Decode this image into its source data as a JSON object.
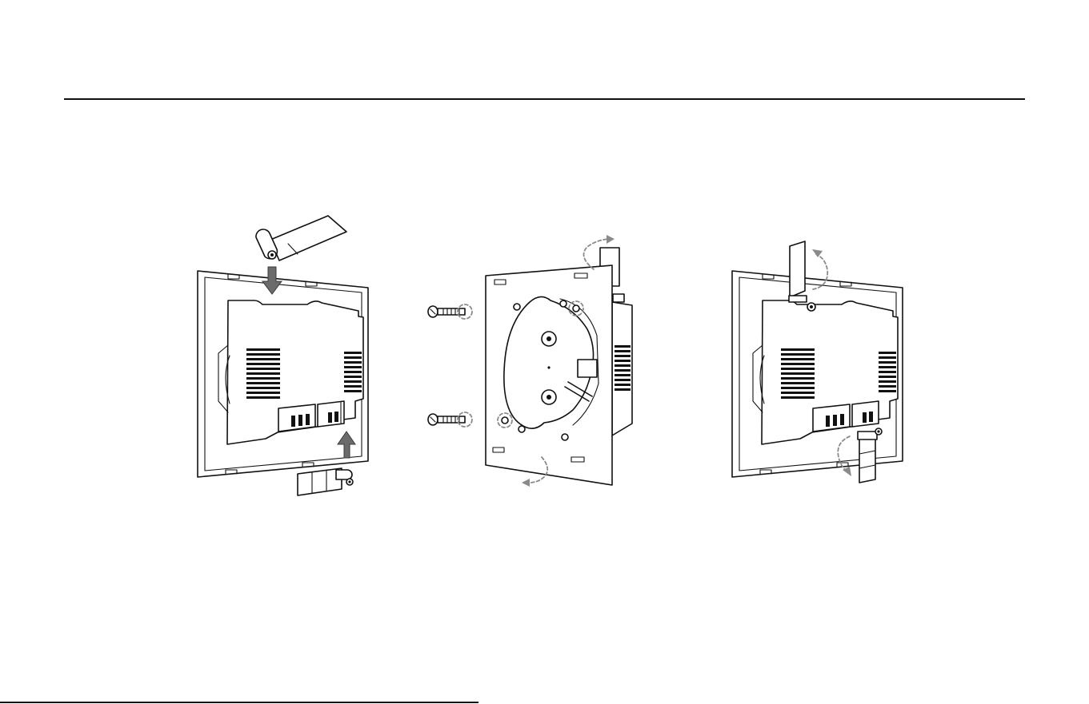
{
  "diagram": {
    "panels": [
      {
        "id": "left",
        "name": "install-clips-panel"
      },
      {
        "id": "middle",
        "name": "mount-with-screws-panel"
      },
      {
        "id": "right",
        "name": "clips-flipped-panel"
      }
    ],
    "colors": {
      "line": "#111111",
      "arrow_fill": "#6b6b6b",
      "dashed_hint": "#8a8a8a",
      "background": "#ffffff"
    },
    "icons": [
      "push-down-arrow-icon",
      "push-up-arrow-icon",
      "rotate-arrow-icon",
      "screw-icon"
    ]
  }
}
